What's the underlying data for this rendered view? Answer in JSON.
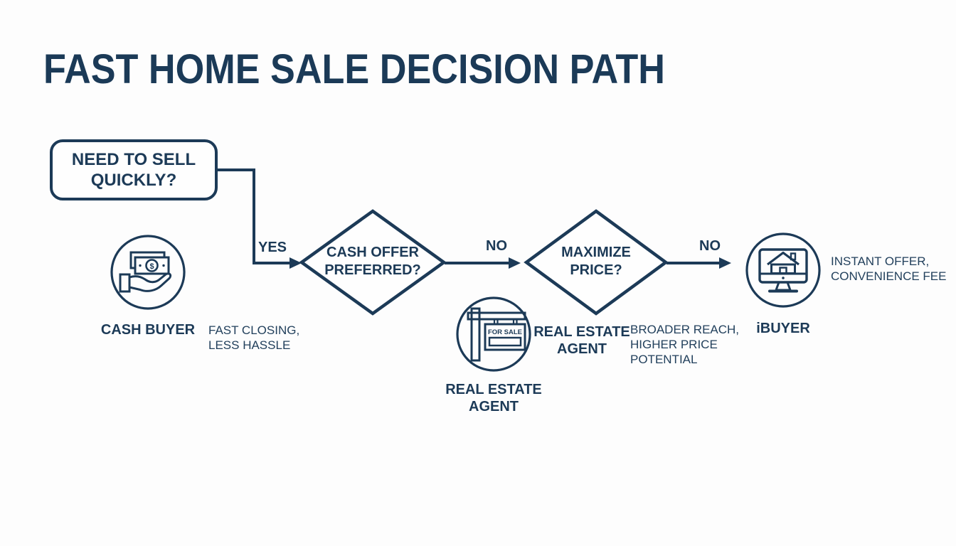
{
  "title": "FAST HOME SALE DECISION PATH",
  "colors": {
    "navy": "#1c3a57",
    "background": "#fdfdfd"
  },
  "flow": {
    "start_label": "NEED TO SELL QUICKLY?",
    "decision1_label": "CASH OFFER PREFERRED?",
    "decision2_label": "MAXIMIZE PRICE?",
    "edge_yes": "YES",
    "edge_no1": "NO",
    "edge_no2": "NO"
  },
  "outcomes": {
    "cash_buyer": {
      "icon": "cash-in-hand-icon",
      "icon_symbol": "$",
      "label": "CASH BUYER",
      "note_line1": "FAST CLOSING,",
      "note_line2": "LESS HASSLE"
    },
    "real_estate_agent": {
      "icon": "for-sale-sign-icon",
      "sign_text": "FOR SALE",
      "label_line1": "REAL ESTATE",
      "label_line2": "AGENT",
      "icon_caption_line1": "REAL ESTATE",
      "icon_caption_line2": "AGENT",
      "note_line1": "BROADER REACH,",
      "note_line2": "HIGHER PRICE",
      "note_line3": "POTENTIAL"
    },
    "ibuyer": {
      "icon": "monitor-house-icon",
      "label": "iBUYER",
      "note_line1": "INSTANT OFFER,",
      "note_line2": "CONVENIENCE FEE"
    }
  }
}
